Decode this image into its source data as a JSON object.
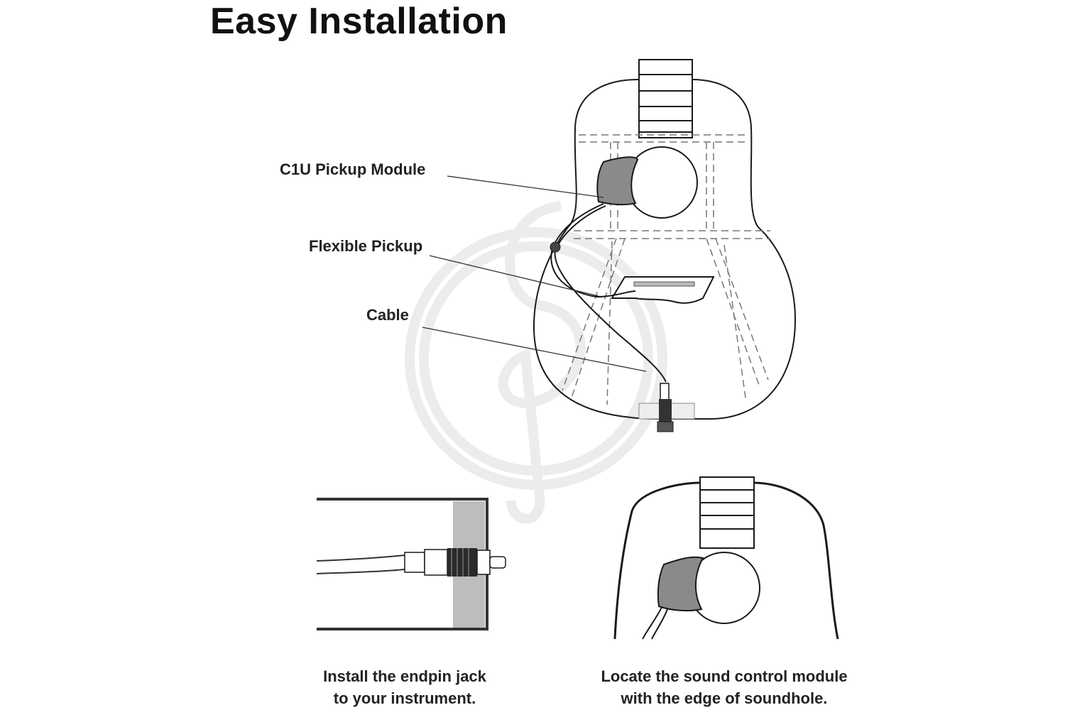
{
  "title": "Easy Installation",
  "callouts": {
    "module": "C1U Pickup Module",
    "flexible": "Flexible Pickup",
    "cable": "Cable"
  },
  "captions": {
    "left": [
      "Install the endpin jack",
      "to your instrument."
    ],
    "right": [
      "Locate the sound control module",
      "with the edge of soundhole."
    ]
  },
  "colors": {
    "outline": "#1a1a1a",
    "module_fill": "#8a8a8a",
    "block_fill": "#bdbdbd",
    "watermark": "#ececec"
  },
  "icons": [
    "treble-clef-watermark-icon"
  ]
}
